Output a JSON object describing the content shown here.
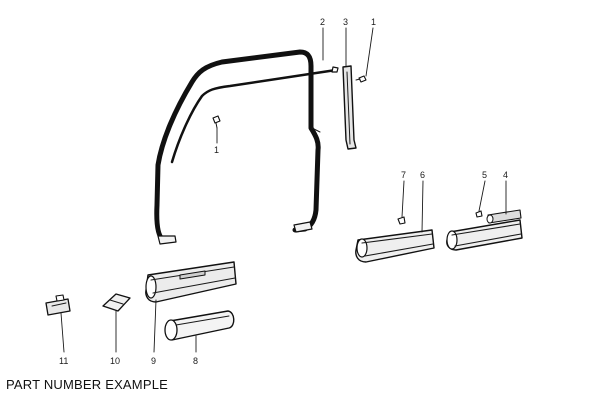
{
  "caption": "PART NUMBER EXAMPLE",
  "callouts": {
    "c1a": "1",
    "c1b": "1",
    "c2": "2",
    "c3": "3",
    "c4": "4",
    "c5": "5",
    "c6": "6",
    "c7": "7",
    "c8": "8",
    "c9": "9",
    "c10": "10",
    "c11": "11"
  }
}
